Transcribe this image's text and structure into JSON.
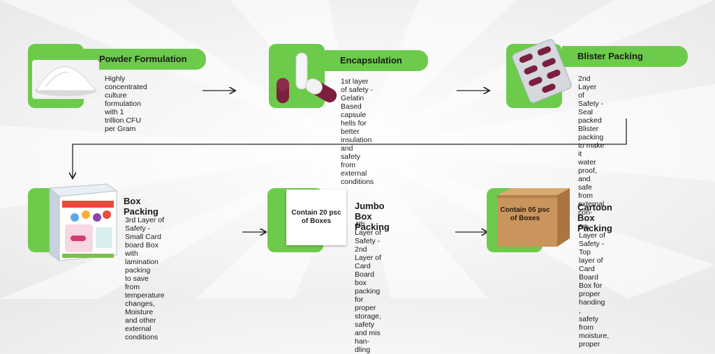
{
  "steps": [
    {
      "title": "Powder Formulation",
      "lines": [
        "Highly concentrated",
        "culture",
        "formulation with 1",
        "trillion CFU per Gram"
      ]
    },
    {
      "title": "Encapsulation",
      "lines": [
        "1st layer of safety - Gelatin",
        "Based capsule",
        "hells for better insulation",
        "and safety",
        "from external conditions"
      ]
    },
    {
      "title": "Blister Packing",
      "lines": [
        "2nd Layer of Safety - Seal",
        "packed",
        "Blister packing to make it",
        "water proof,",
        "and safe from external con-"
      ]
    },
    {
      "title": "Box Packing",
      "lines": [
        "3rd Layer of Safety - Small Card",
        "board Box with lamination",
        "packing",
        "to save from temperature",
        "changes,",
        "Moisture and other external",
        "conditions"
      ]
    },
    {
      "title": "Jumbo Box Packing",
      "box_label": [
        "Contain 20 psc",
        "of Boxes"
      ],
      "lines": [
        "4th Layer of Safety - 2nd",
        "Layer of",
        "Card Board box packing for",
        "proper",
        "storage, safety and mis han-",
        "dling"
      ]
    },
    {
      "title": "Cartoon Box Packing",
      "box_label": [
        "Contain 05 psc",
        "of Boxes"
      ],
      "lines": [
        "5th Layer of Safety - Top",
        "layer of Card Board",
        "Box for proper handing ,",
        "safety from moisture, proper"
      ]
    }
  ],
  "colors": {
    "accent": "#6ccb4b",
    "capsule": "#7a1f3d",
    "cardboard": "#c9955c"
  }
}
